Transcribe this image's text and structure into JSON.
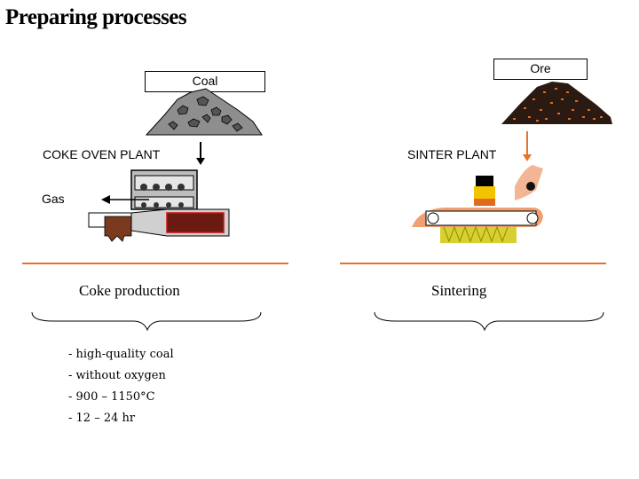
{
  "title": "Preparing processes",
  "coal_box": "Coal",
  "ore_box": "Ore",
  "coke_oven_label": "COKE OVEN PLANT",
  "sinter_label": "SINTER PLANT",
  "gas_label": "Gas",
  "coke_heading": "Coke production",
  "sinter_heading": "Sintering",
  "coke_details": [
    "- high-quality coal",
    "- without oxygen",
    "- 900 – 1150°C",
    "- 12 – 24 hr"
  ],
  "colors": {
    "accent_rule": "#e8722c",
    "ore_arrow": "#e8722c",
    "coke_brown": "#7a3a1e",
    "sinter_flame": "#e8c000"
  }
}
